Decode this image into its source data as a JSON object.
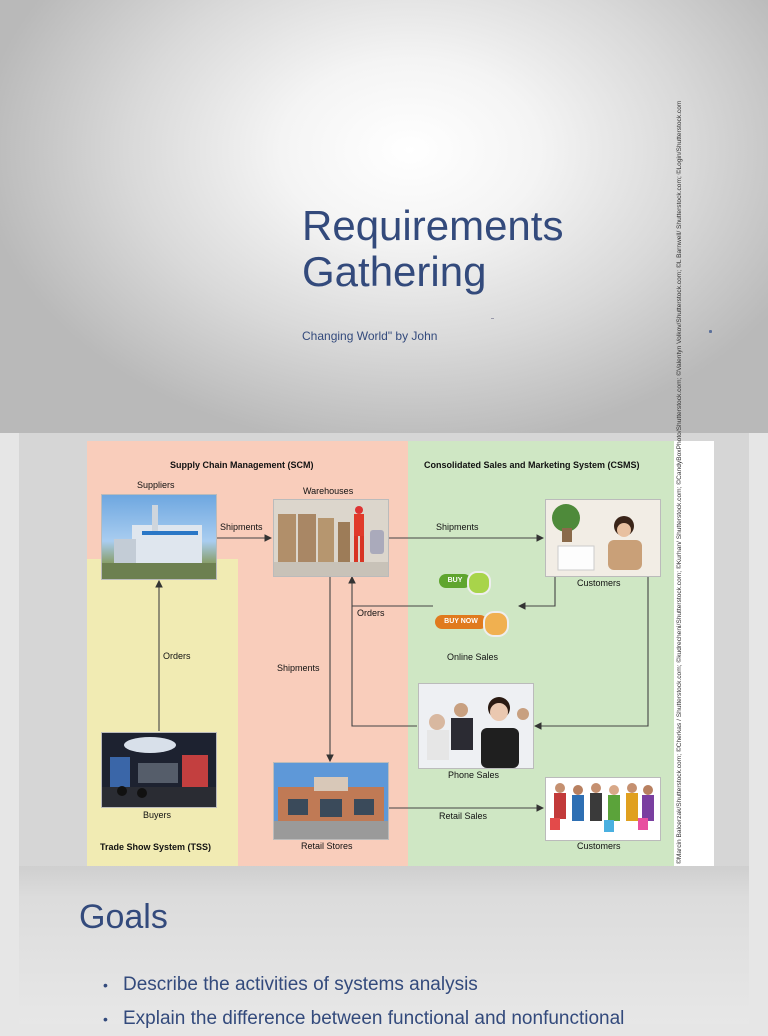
{
  "slide1": {
    "title_line1": "Requirements",
    "title_line2": "Gathering",
    "subtitle": "Changing World\" by John"
  },
  "diagram": {
    "scm_header": "Supply Chain Management (SCM)",
    "csms_header": "Consolidated Sales and Marketing System (CSMS)",
    "tss_label": "Trade Show System (TSS)",
    "labels": {
      "suppliers": "Suppliers",
      "warehouses": "Warehouses",
      "customers_top": "Customers",
      "online_sales": "Online Sales",
      "phone_sales": "Phone Sales",
      "buyers": "Buyers",
      "retail_stores": "Retail Stores",
      "customers_bottom": "Customers"
    },
    "arrows": {
      "shipments_1": "Shipments",
      "shipments_2": "Shipments",
      "shipments_3": "Shipments",
      "orders_1": "Orders",
      "orders_2": "Orders",
      "retail_sales": "Retail Sales"
    },
    "buttons": {
      "buy": "BUY",
      "buy_now": "BUY NOW"
    },
    "credit": "©Marcin Balcerzak/Shutterstock.com; ©Cherkas / Shutterstock.com; ©kudrecheni/Shutterstock.com; ©Kurhan/ Shutterstock.com; ©CandyBoxPhoto/Shutterstock.com; ©Valentyn Volkov/Shutterstock.com; ©L Barnwell/ Shutterstock.com; ©Login/Shutterstock.com",
    "colors": {
      "scm": "#f9cdbb",
      "csms": "#cfe7c4",
      "tss": "#f1ebb3"
    }
  },
  "slide3": {
    "heading": "Goals",
    "bullets": [
      "Describe the activities of systems analysis",
      "Explain the difference between functional and  nonfunctional"
    ]
  }
}
